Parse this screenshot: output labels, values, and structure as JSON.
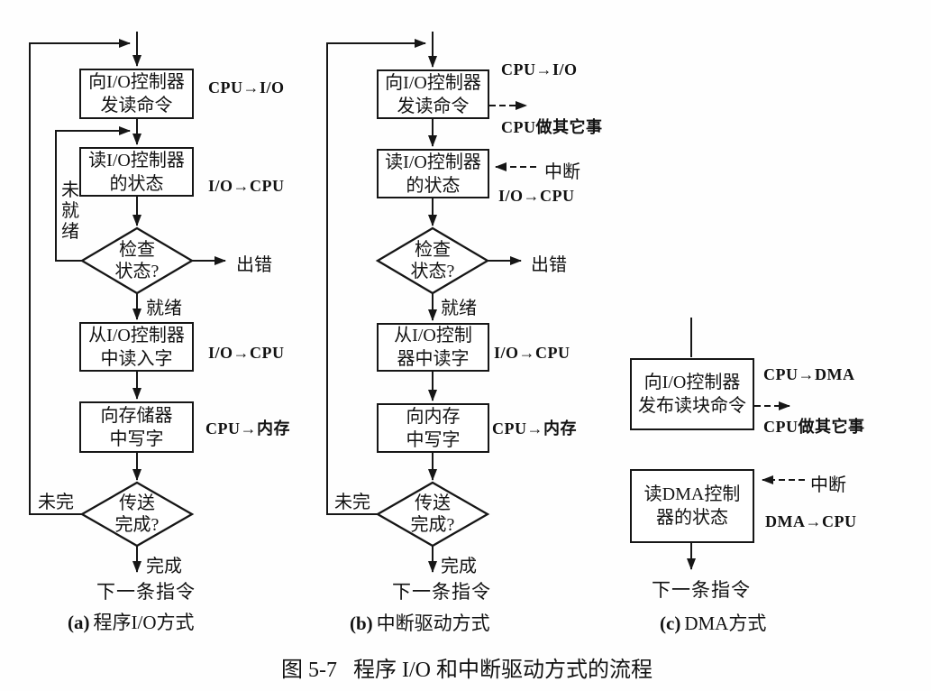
{
  "figure": {
    "caption_num": "图 5-7",
    "caption_text": "程序 I/O 和中断驱动方式的流程"
  },
  "a": {
    "box1_l1": "向I/O控制器",
    "box1_l2": "发读命令",
    "box1_label": "CPU→I/O",
    "box2_l1": "读I/O控制器",
    "box2_l2": "的状态",
    "box2_label": "I/O→CPU",
    "not_ready": "未就绪",
    "d1_l1": "检查",
    "d1_l2": "状态?",
    "error": "出错",
    "ready": "就绪",
    "box3_l1": "从I/O控制器",
    "box3_l2": "中读入字",
    "box3_label": "I/O→CPU",
    "box4_l1": "向存储器",
    "box4_l2": "中写字",
    "box4_label": "CPU→内存",
    "d2_l1": "传送",
    "d2_l2": "完成?",
    "not_done": "未完",
    "done": "完成",
    "next": "下一条指令",
    "cap_tag": "(a)",
    "cap_text": "程序I/O方式"
  },
  "b": {
    "box1_l1": "向I/O控制器",
    "box1_l2": "发读命令",
    "box1_label_top": "CPU→I/O",
    "box1_label_bottom": "CPU做其它事",
    "box2_l1": "读I/O控制器",
    "box2_l2": "的状态",
    "interrupt": "中断",
    "box2_label": "I/O→CPU",
    "d1_l1": "检查",
    "d1_l2": "状态?",
    "error": "出错",
    "ready": "就绪",
    "box3_l1": "从I/O控制",
    "box3_l2": "器中读字",
    "box3_label": "I/O→CPU",
    "box4_l1": "向内存",
    "box4_l2": "中写字",
    "box4_label": "CPU→内存",
    "d2_l1": "传送",
    "d2_l2": "完成?",
    "not_done": "未完",
    "done": "完成",
    "next": "下一条指令",
    "cap_tag": "(b)",
    "cap_text": "中断驱动方式"
  },
  "c": {
    "box1_l1": "向I/O控制器",
    "box1_l2": "发布读块命令",
    "box1_label_top": "CPU→DMA",
    "box1_label_bottom": "CPU做其它事",
    "box2_l1": "读DMA控制",
    "box2_l2": "器的状态",
    "interrupt": "中断",
    "box2_label": "DMA→CPU",
    "next": "下一条指令",
    "cap_tag": "(c)",
    "cap_text": "DMA方式"
  },
  "colors": {
    "ink": "#161616",
    "background": "#fefefe"
  }
}
